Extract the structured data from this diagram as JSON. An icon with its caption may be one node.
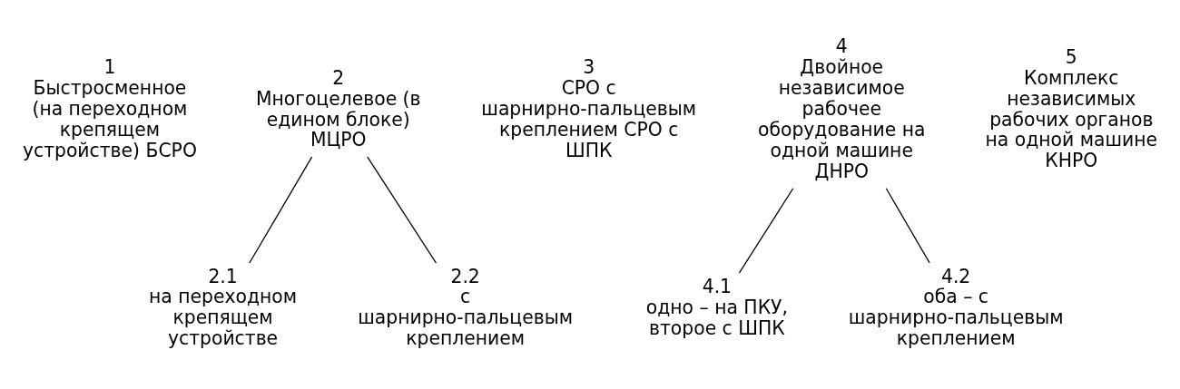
{
  "diagram": {
    "nodes": [
      {
        "text": [
          "1",
          "Быстросменное (на переходном крепящем устройстве) БСРО"
        ]
      },
      {
        "text": [
          "2",
          "Многоцелевое (в едином блоке) МЦРО"
        ]
      },
      {
        "text": [
          "3",
          "СРО с шарнирно-пальцевым креплением СРО с ШПК"
        ]
      },
      {
        "text": [
          "4",
          "Двойное независимое рабочее оборудование на одной машине ДНРО"
        ]
      },
      {
        "text": [
          "5",
          "Комплекс независимых рабочих органов на одной машине КНРО"
        ]
      },
      {
        "text": [
          "2.1",
          "на переходном крепящем устройстве"
        ]
      },
      {
        "text": [
          "2.2",
          "с шарнирно-пальцевым креплением"
        ]
      },
      {
        "text": [
          "4.1",
          "одно – на ПКУ, второе с ШПК"
        ]
      },
      {
        "text": [
          "4.2",
          "оба – с шарнирно-пальцевым креплением"
        ]
      }
    ],
    "edges": [
      {
        "from": 1,
        "to": 5,
        "arrow": "none"
      },
      {
        "from": 1,
        "to": 6,
        "arrow": "none"
      },
      {
        "from": 3,
        "to": 7,
        "arrow": "none"
      },
      {
        "from": 3,
        "to": 8,
        "arrow": "none"
      }
    ]
  }
}
